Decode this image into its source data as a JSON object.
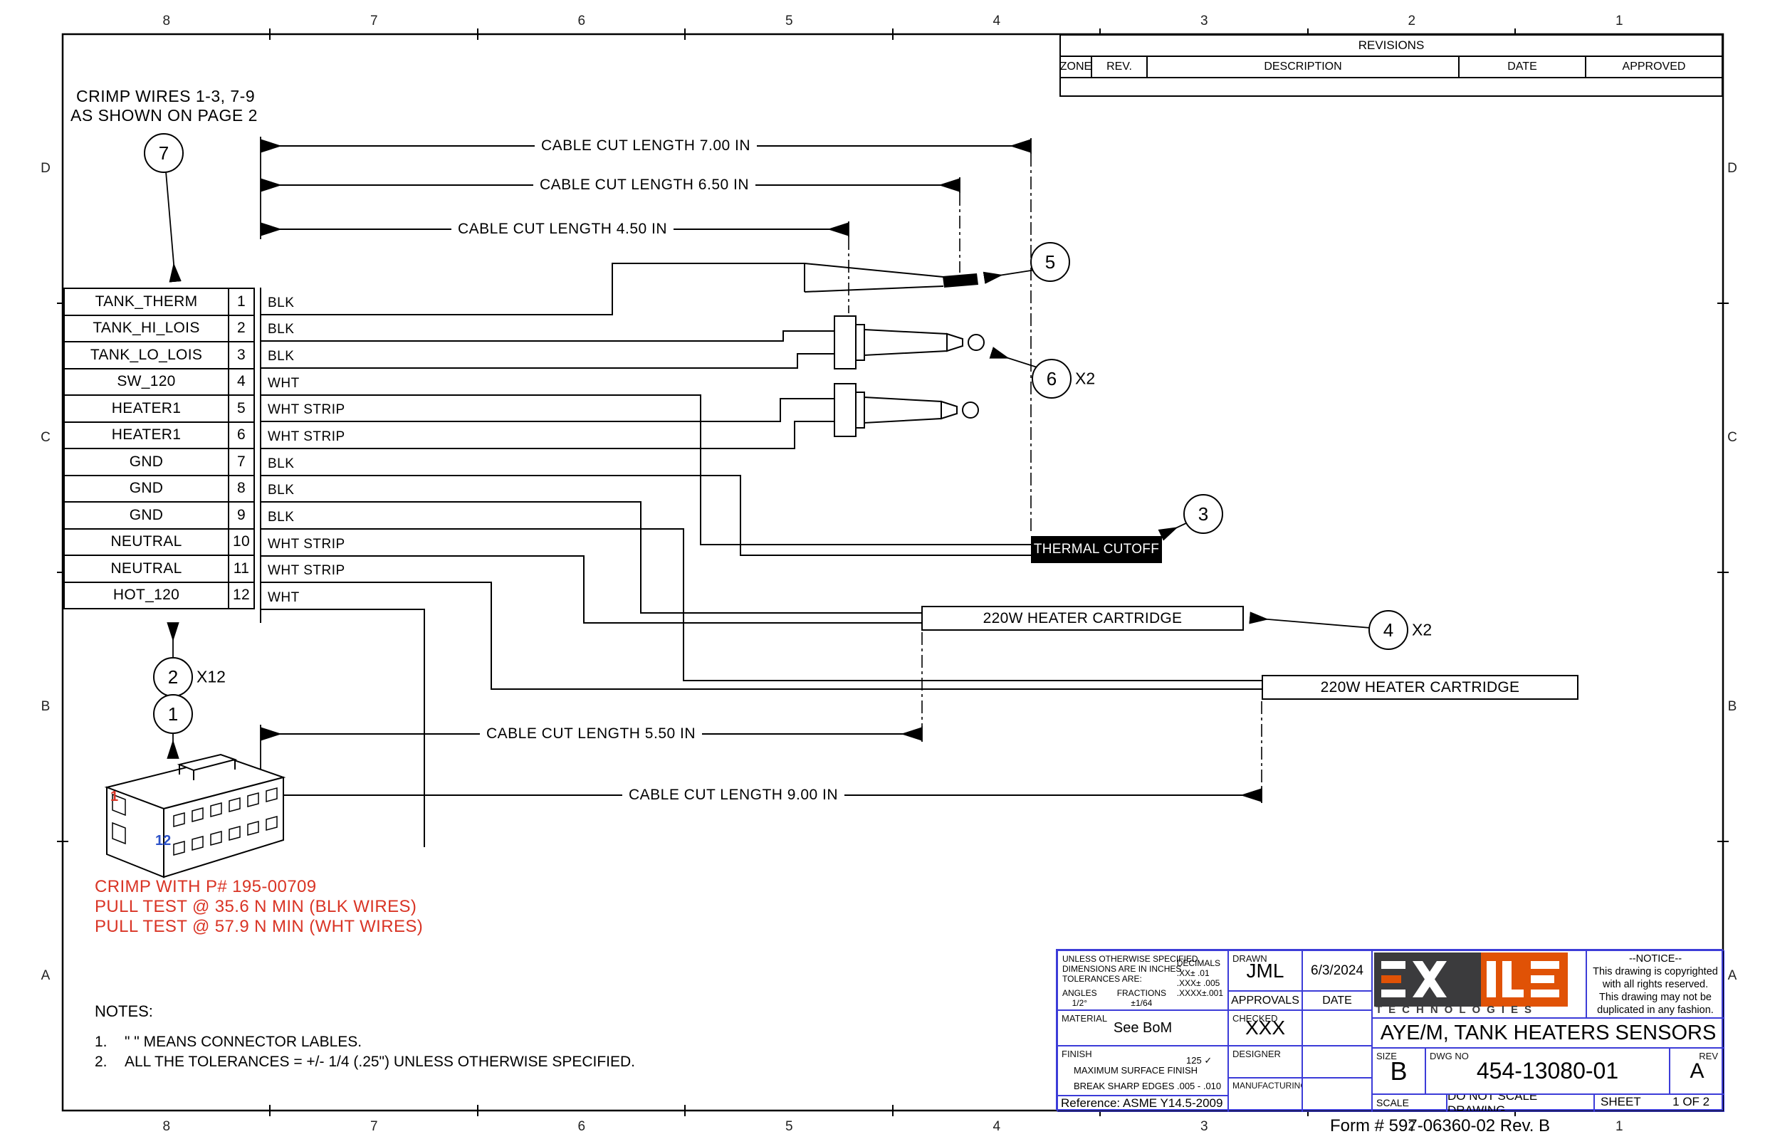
{
  "drawing": {
    "crimp_note_line1": "CRIMP WIRES 1-3, 7-9",
    "crimp_note_line2": "AS SHOWN ON PAGE 2",
    "pins": [
      {
        "name": "TANK_THERM",
        "num": "1"
      },
      {
        "name": "TANK_HI_LOIS",
        "num": "2"
      },
      {
        "name": "TANK_LO_LOIS",
        "num": "3"
      },
      {
        "name": "SW_120",
        "num": "4"
      },
      {
        "name": "HEATER1",
        "num": "5"
      },
      {
        "name": "HEATER1",
        "num": "6"
      },
      {
        "name": "GND",
        "num": "7"
      },
      {
        "name": "GND",
        "num": "8"
      },
      {
        "name": "GND",
        "num": "9"
      },
      {
        "name": "NEUTRAL",
        "num": "10"
      },
      {
        "name": "NEUTRAL",
        "num": "11"
      },
      {
        "name": "HOT_120",
        "num": "12"
      }
    ],
    "wires": [
      "BLK",
      "BLK",
      "BLK",
      "WHT",
      "WHT STRIP",
      "WHT STRIP",
      "BLK",
      "BLK",
      "BLK",
      "WHT STRIP",
      "WHT STRIP",
      "WHT"
    ],
    "dims": {
      "d1": "CABLE CUT LENGTH 7.00 IN",
      "d2": "CABLE CUT LENGTH 6.50 IN",
      "d3": "CABLE CUT LENGTH 4.50 IN",
      "d4": "CABLE CUT LENGTH 5.50 IN",
      "d5": "CABLE CUT LENGTH 9.00 IN"
    },
    "balloons": {
      "b1": "1",
      "b2": "2",
      "b3": "3",
      "b4": "4",
      "b5": "5",
      "b6": "6",
      "b7": "7"
    },
    "quantities": {
      "terminals": "X12",
      "probes": "X2",
      "cartridges": "X2"
    },
    "thermal_cutoff_label": "THERMAL CUTOFF",
    "heater_cartridge_label": "220W HEATER CARTRIDGE",
    "red_notes": [
      "CRIMP WITH P# 195-00709",
      "PULL TEST @ 35.6 N MIN (BLK WIRES)",
      "PULL TEST @ 57.9 N MIN (WHT WIRES)"
    ],
    "notes_title": "NOTES:",
    "notes": [
      {
        "num": "1.",
        "text": "\" \" MEANS CONNECTOR LABLES."
      },
      {
        "num": "2.",
        "text": "ALL THE TOLERANCES = +/- 1/4 (.25\") UNLESS OTHERWISE SPECIFIED."
      }
    ],
    "connector": {
      "pin_first": "1",
      "pin_last": "12"
    }
  },
  "zones": {
    "columns": [
      "8",
      "7",
      "6",
      "5",
      "4",
      "3",
      "2",
      "1"
    ],
    "rows": [
      "D",
      "C",
      "B",
      "A"
    ]
  },
  "revisions": {
    "title": "REVISIONS",
    "headers": [
      "ZONE",
      "REV.",
      "DESCRIPTION",
      "DATE",
      "APPROVED"
    ]
  },
  "title_block": {
    "tolerance_lines": [
      "UNLESS OTHERWISE SPECIFIED",
      "DIMENSIONS ARE IN INCHES",
      "TOLERANCES ARE:"
    ],
    "angles_label": "ANGLES",
    "angles_value": "1/2°",
    "fractions_label": "FRACTIONS",
    "fractions_value": "±1/64",
    "decimals_label": "DECIMALS",
    "decimals_line1": ".XX± .01",
    "decimals_line2": ".XXX± .005",
    "decimals_line3": ".XXXX±.001",
    "material_label": "MATERIAL",
    "material_value": "See BoM",
    "finish_label": "FINISH",
    "surface_text": "MAXIMUM SURFACE FINISH",
    "surface_value": "125",
    "break_edges": "BREAK SHARP EDGES .005 - .010",
    "reference": "Reference: ASME Y14.5-2009",
    "drawn_label": "DRAWN",
    "drawn_value": "JML",
    "drawn_date": "6/3/2024",
    "approvals_label": "APPROVALS",
    "date_label": "DATE",
    "checked_label": "CHECKED",
    "checked_value": "XXX",
    "designer_label": "DESIGNER",
    "manufacturing_label": "MANUFACTURING",
    "logo_text": "EXILE",
    "logo_sub": "TECHNOLOGIES",
    "notice_lines": [
      "--NOTICE--",
      "This drawing is copyrighted",
      "with all rights reserved.",
      "This drawing may not be",
      "duplicated in any fashion."
    ],
    "title": "AYE/M, TANK HEATERS SENSORS",
    "size_label": "SIZE",
    "size_value": "B",
    "dwg_label": "DWG NO",
    "dwg_value": "454-13080-01",
    "rev_label": "REV",
    "rev_value": "A",
    "scale_label": "SCALE",
    "do_not_scale": "DO NOT SCALE DRAWING",
    "sheet_label": "SHEET",
    "sheet_value": "1 OF 2"
  },
  "form_note": "Form # 597-06360-02 Rev. B",
  "colors": {
    "red": "#d93425",
    "title_line_blue": "#3c3cd8",
    "logo_orange": "#e05206",
    "logo_dark": "#3b3b3d",
    "conn_pin_blue": "#2d52c8"
  }
}
